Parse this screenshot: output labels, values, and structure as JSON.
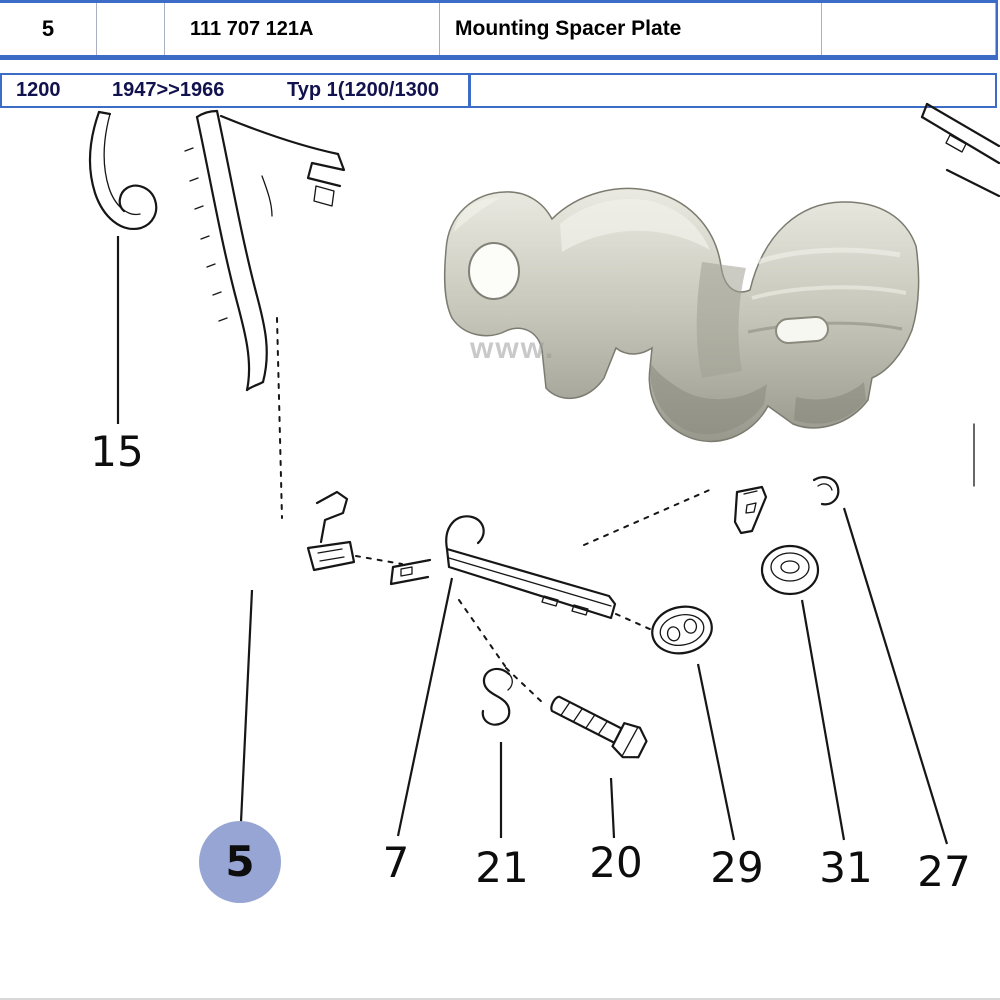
{
  "colors": {
    "border_blue": "#3d6cc7",
    "highlight": "#96a5d3",
    "row2_text": "#12124e",
    "text": "#000000"
  },
  "header": {
    "row1": {
      "item_no": "5",
      "part_number": "111 707 121A",
      "description": "Mounting Spacer Plate"
    },
    "row2": {
      "model": "1200",
      "years": "1947>>1966",
      "type": "Typ 1(1200/1300"
    }
  },
  "diagram": {
    "watermark": "www.",
    "callouts": [
      {
        "label": "15",
        "highlighted": false
      },
      {
        "label": "5",
        "highlighted": true
      },
      {
        "label": "7",
        "highlighted": false
      },
      {
        "label": "21",
        "highlighted": false
      },
      {
        "label": "20",
        "highlighted": false
      },
      {
        "label": "29",
        "highlighted": false
      },
      {
        "label": "31",
        "highlighted": false
      },
      {
        "label": "27",
        "highlighted": false
      }
    ]
  }
}
